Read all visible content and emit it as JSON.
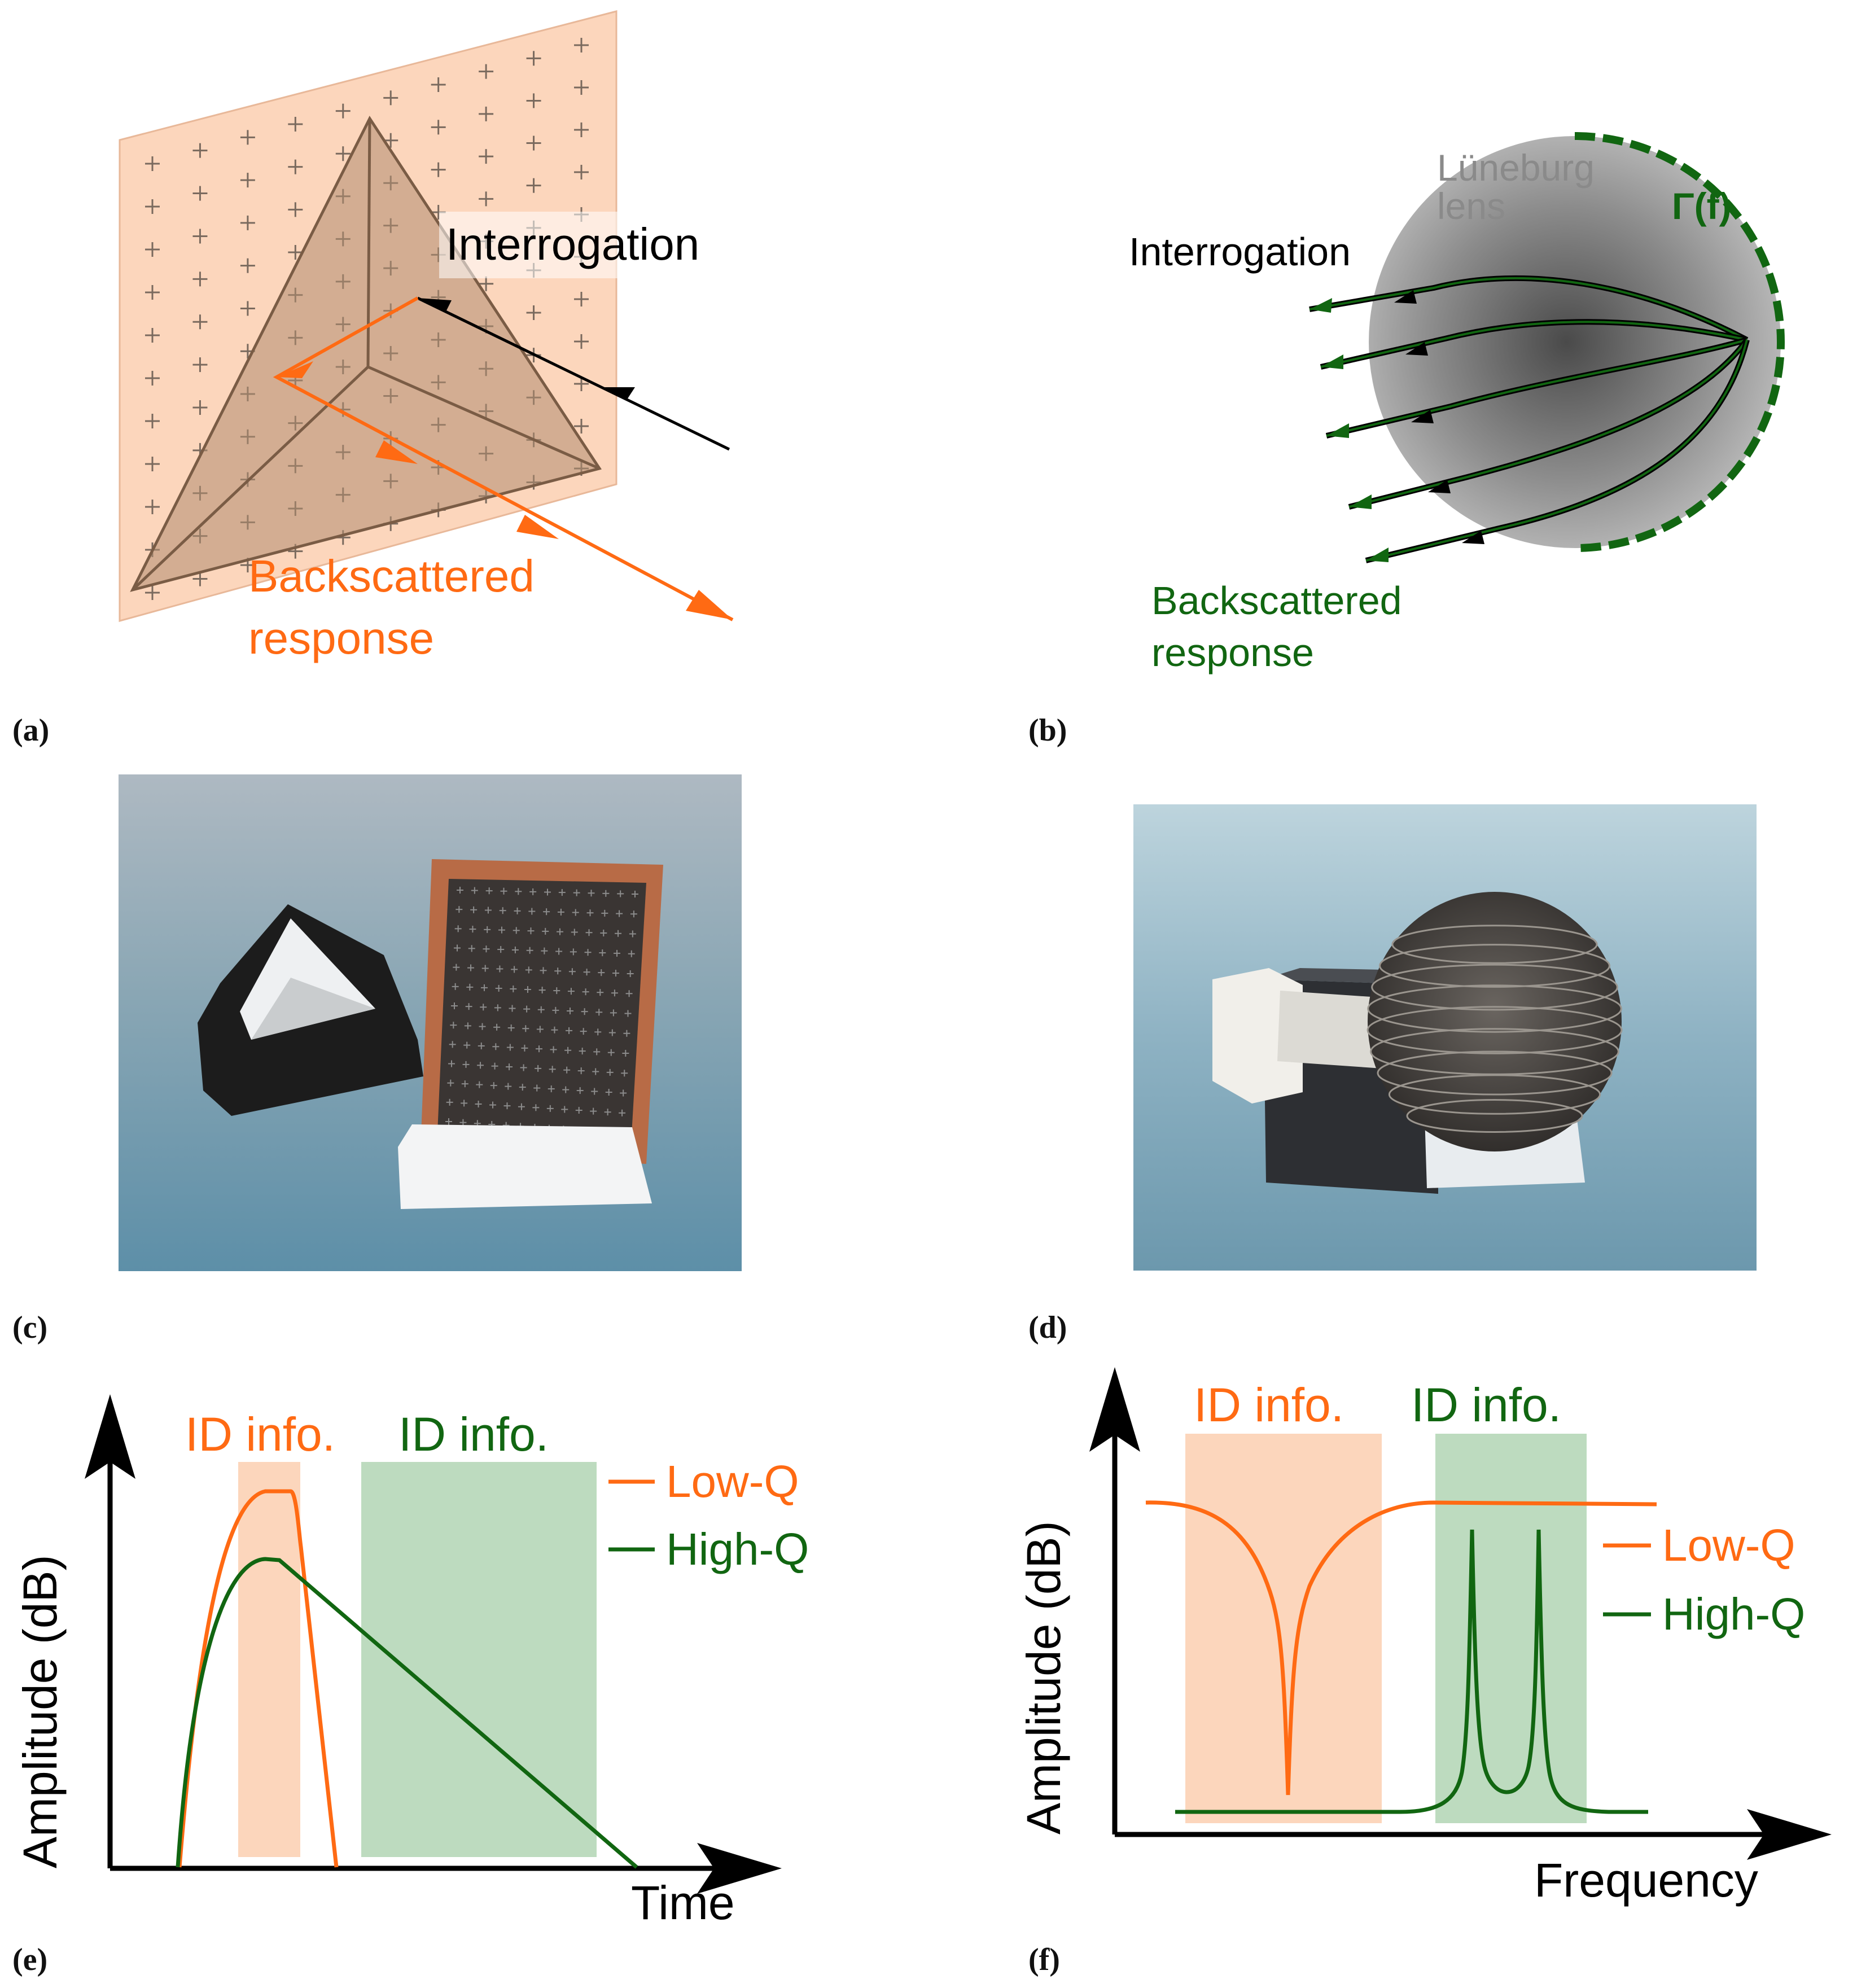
{
  "panels": {
    "a": {
      "label": "(a)",
      "interrogation": "Interrogation",
      "backscattered_line1": "Backscattered",
      "backscattered_line2": "response"
    },
    "b": {
      "label": "(b)",
      "lens_line1": "Lüneburg",
      "lens_line2": "lens",
      "gamma": "Γ(f)",
      "interrogation": "Interrogation",
      "backscattered_line1": "Backscattered",
      "backscattered_line2": "response"
    },
    "c": {
      "label": "(c)"
    },
    "d": {
      "label": "(d)"
    },
    "e": {
      "label": "(e)",
      "ylabel": "Amplitude (dB)",
      "xlabel": "Time",
      "id_info_low": "ID info.",
      "id_info_high": "ID info.",
      "legend_low": "Low-Q",
      "legend_high": "High-Q"
    },
    "f": {
      "label": "(f)",
      "ylabel": "Amplitude (dB)",
      "xlabel": "Frequency",
      "id_info_low": "ID info.",
      "id_info_high": "ID info.",
      "legend_low": "Low-Q",
      "legend_high": "High-Q"
    }
  },
  "colors": {
    "orange": "#ff6a13",
    "green": "#116611",
    "orange_fill": "#fcd6bc",
    "green_fill": "#bddbbf",
    "black": "#000000",
    "gray_text": "#8a8a8a"
  }
}
